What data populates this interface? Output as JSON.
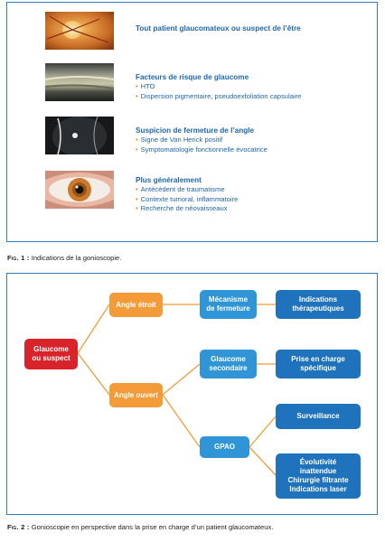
{
  "figure1": {
    "rows": [
      {
        "title": "Tout patient glaucomateux ou suspect de l’être",
        "bullets": [],
        "photo": "optic-disc-photo"
      },
      {
        "title": "Facteurs de risque de glaucome",
        "bullets": [
          "HTO",
          "Dispersion pigmentaire, pseudoexfoliation capsulaire"
        ],
        "photo": "gonioscopy-angle-photo"
      },
      {
        "title": "Suspicion de fermeture de l’angle",
        "bullets": [
          "Signe de Van Herick positif",
          "Symptomatologie fonctionnelle évocatrice"
        ],
        "photo": "slit-lamp-photo"
      },
      {
        "title": "Plus généralement",
        "bullets": [
          "Antécédent de traumatisme",
          "Contexte tumoral, inflammatoire",
          "Recherche de néovaisseaux"
        ],
        "photo": "eye-iris-photo"
      }
    ],
    "caption_label": "Fig. 1 :",
    "caption_text": " Indications de la gonioscopie."
  },
  "figure2": {
    "nodes": {
      "root": "Glaucome\nou suspect",
      "narrow": "Angle étroit",
      "open": "Angle ouvert",
      "mechanism": "Mécanisme\nde fermeture",
      "secondary": "Glaucome\nsecondaire",
      "gpao": "GPAO",
      "indications": "Indications\nthérapeutiques",
      "specific": "Prise en charge\nspécifique",
      "surveillance": "Surveillance",
      "evolutivity": "Évolutivité\ninattendue\nChirurgie filtrante\nIndications laser"
    },
    "colors": {
      "root": "#d9232a",
      "angle": "#f29b38",
      "middle": "#2f95d6",
      "right": "#1f73bd",
      "line": "#f29b38"
    },
    "caption_label": "Fig. 2 :",
    "caption_text": " Gonioscopie en perspective dans la prise en charge d’un patient glaucomateux."
  }
}
